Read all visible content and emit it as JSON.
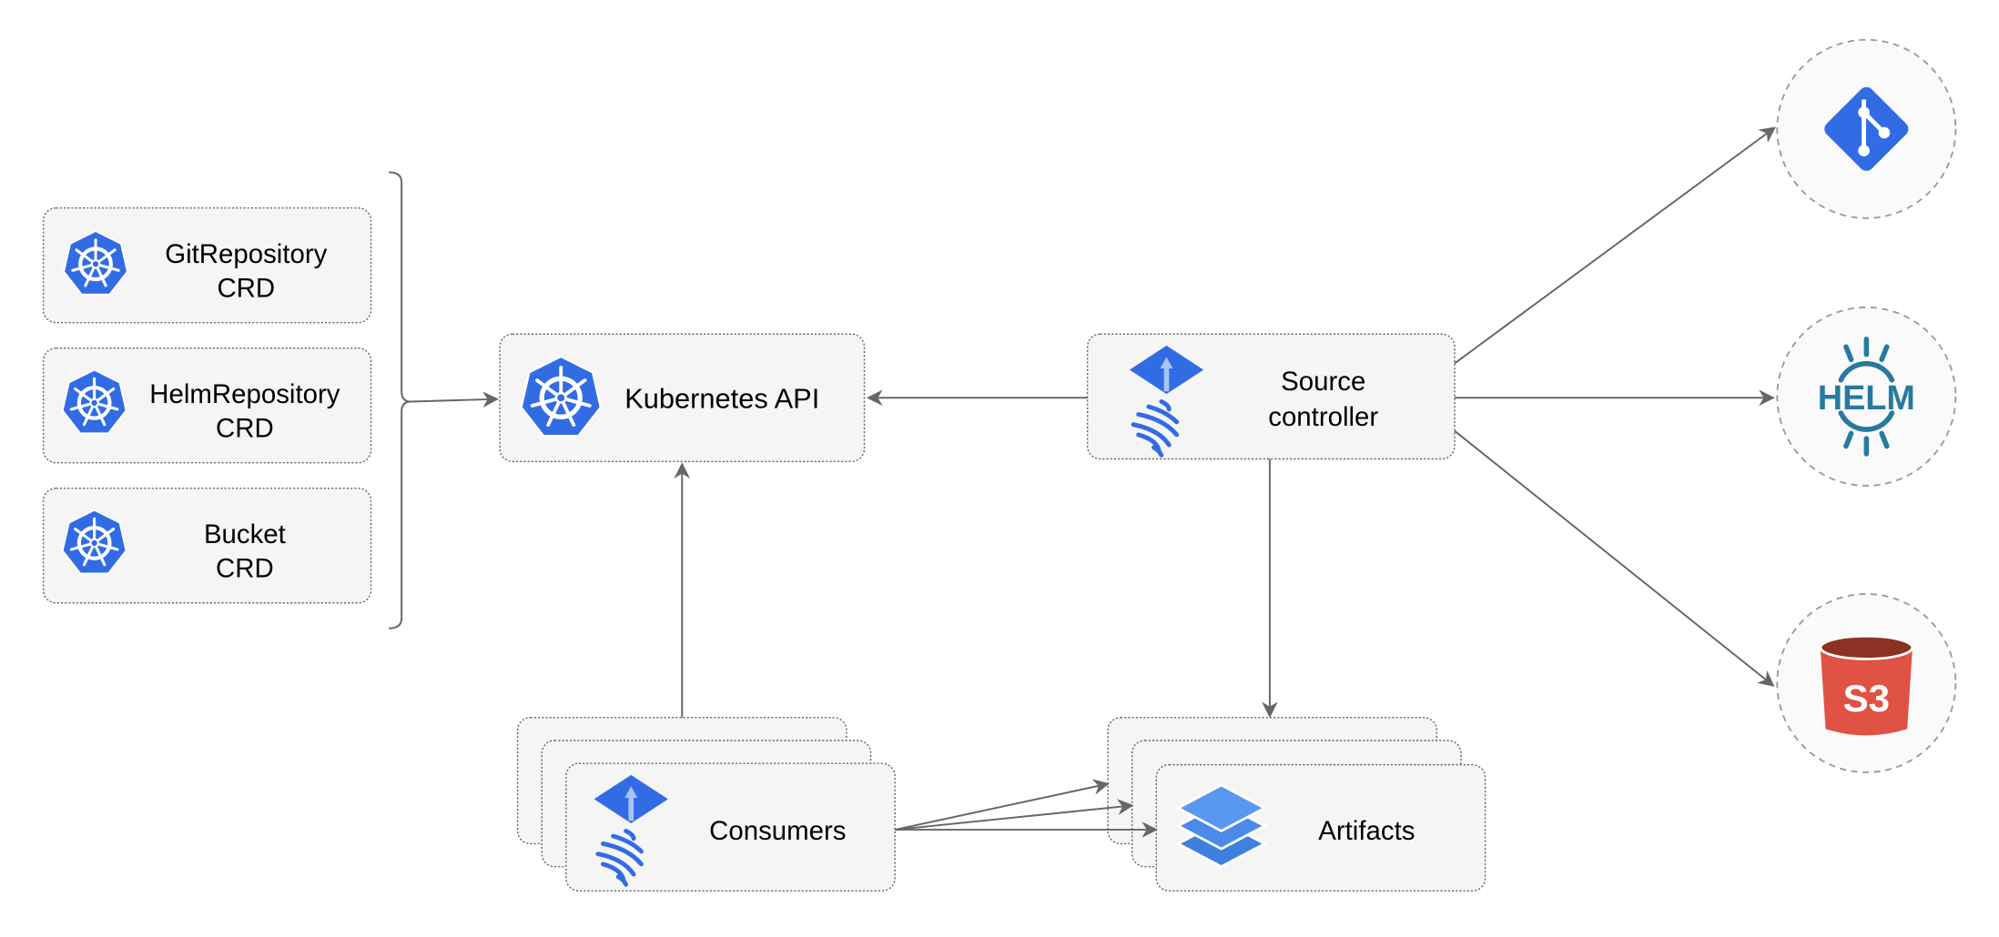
{
  "colors": {
    "kubernetes": "#326ce5",
    "flux": "#326ce5",
    "git": "#326ce5",
    "helm": "#277a9f",
    "s3_body": "#e05243",
    "s3_top": "#8c3123",
    "edge": "#666666",
    "box_fill": "#f5f5f5"
  },
  "crds": [
    {
      "line1": "GitRepository",
      "line2": "CRD",
      "icon": "kubernetes-icon"
    },
    {
      "line1": "HelmRepository",
      "line2": "CRD",
      "icon": "kubernetes-icon"
    },
    {
      "line1": "Bucket",
      "line2": "CRD",
      "icon": "kubernetes-icon"
    }
  ],
  "kubernetes_api": {
    "label": "Kubernetes API",
    "icon": "kubernetes-icon"
  },
  "source_controller": {
    "line1": "Source",
    "line2": "controller",
    "icon": "flux-icon"
  },
  "consumers": {
    "label": "Consumers",
    "icon": "flux-icon"
  },
  "artifacts": {
    "label": "Artifacts",
    "icon": "layers-icon"
  },
  "sources": [
    {
      "name": "git",
      "icon": "git-icon"
    },
    {
      "name": "helm",
      "icon": "helm-icon",
      "logo_text": "HELM"
    },
    {
      "name": "s3",
      "icon": "s3-bucket-icon",
      "logo_text": "S3"
    }
  ]
}
